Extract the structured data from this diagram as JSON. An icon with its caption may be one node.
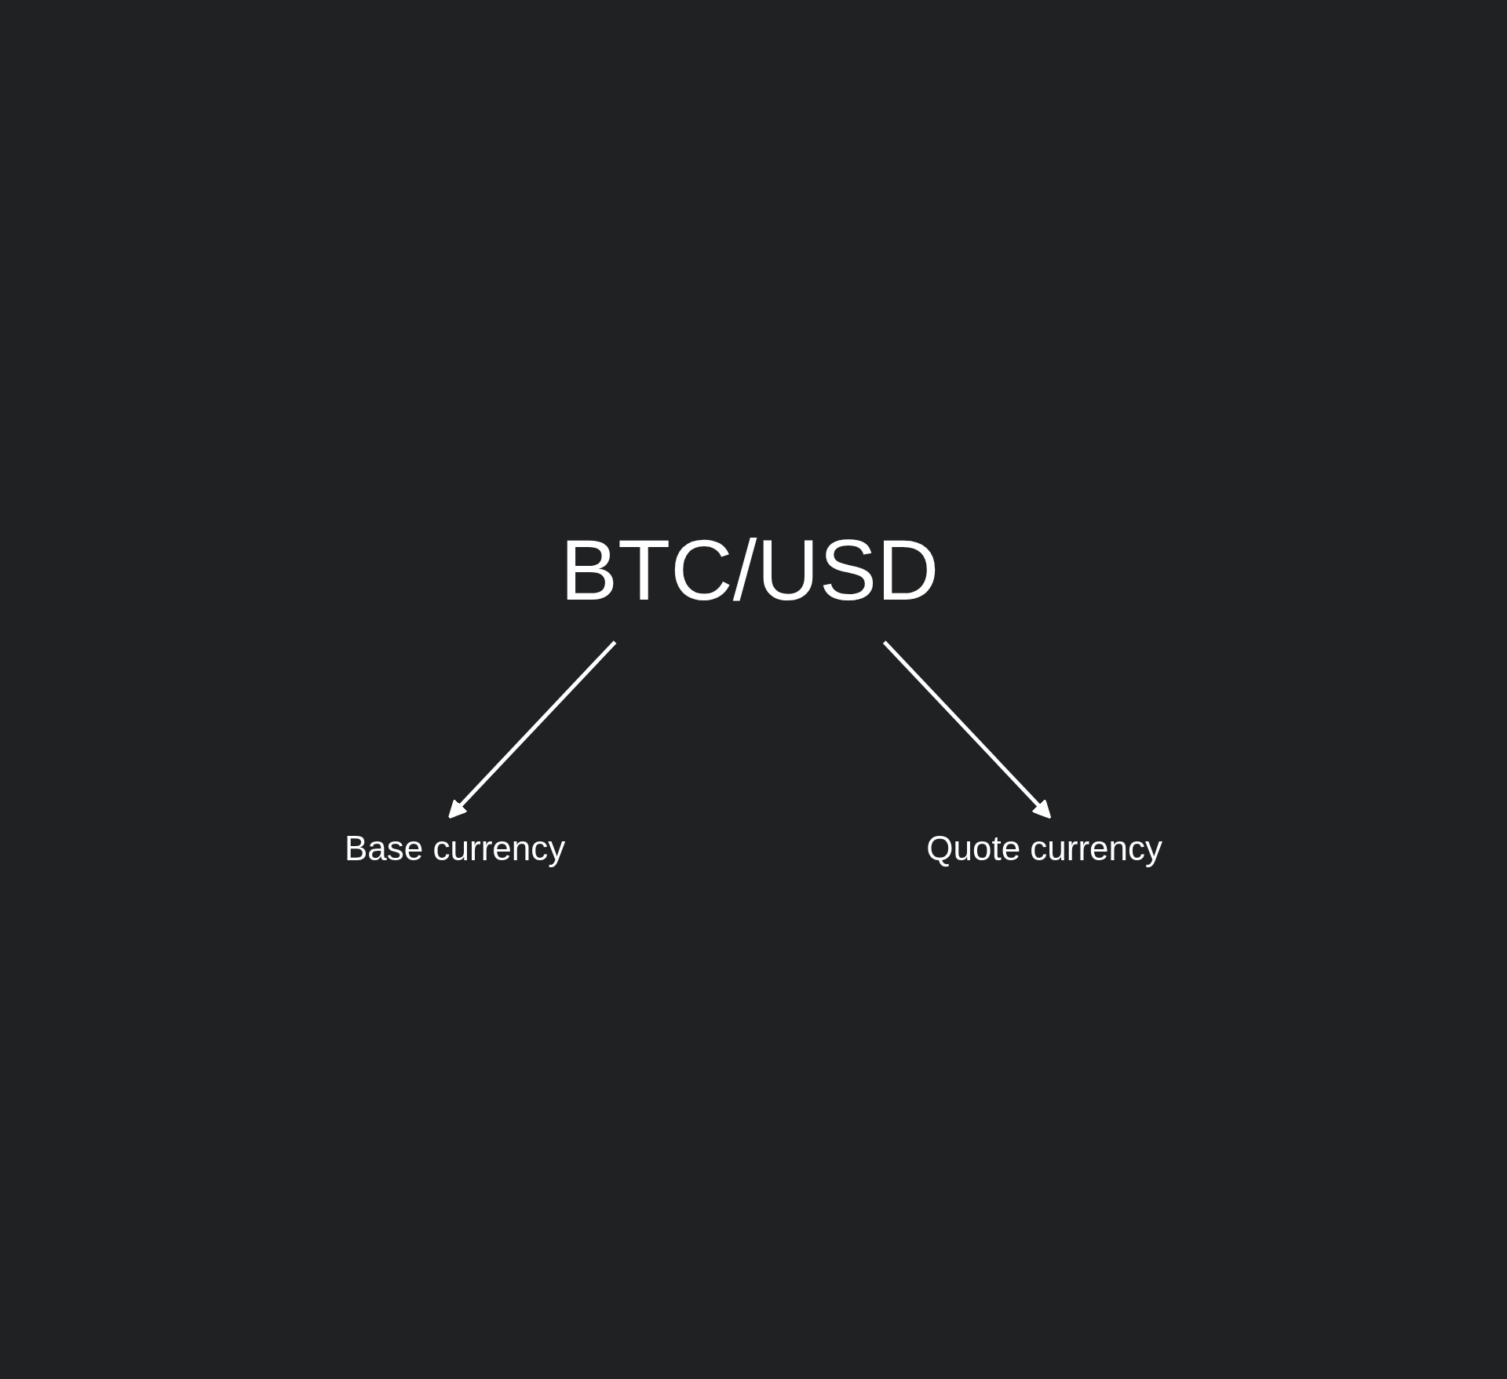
{
  "diagram": {
    "nodes": [
      {
        "text": [
          "BTC/USD"
        ]
      },
      {
        "text": [
          "Base currency"
        ]
      },
      {
        "text": [
          "Quote currency"
        ]
      }
    ],
    "edges": [
      {
        "from": 0,
        "to": 1,
        "arrow": "to"
      },
      {
        "from": 0,
        "to": 2,
        "arrow": "to"
      }
    ]
  }
}
